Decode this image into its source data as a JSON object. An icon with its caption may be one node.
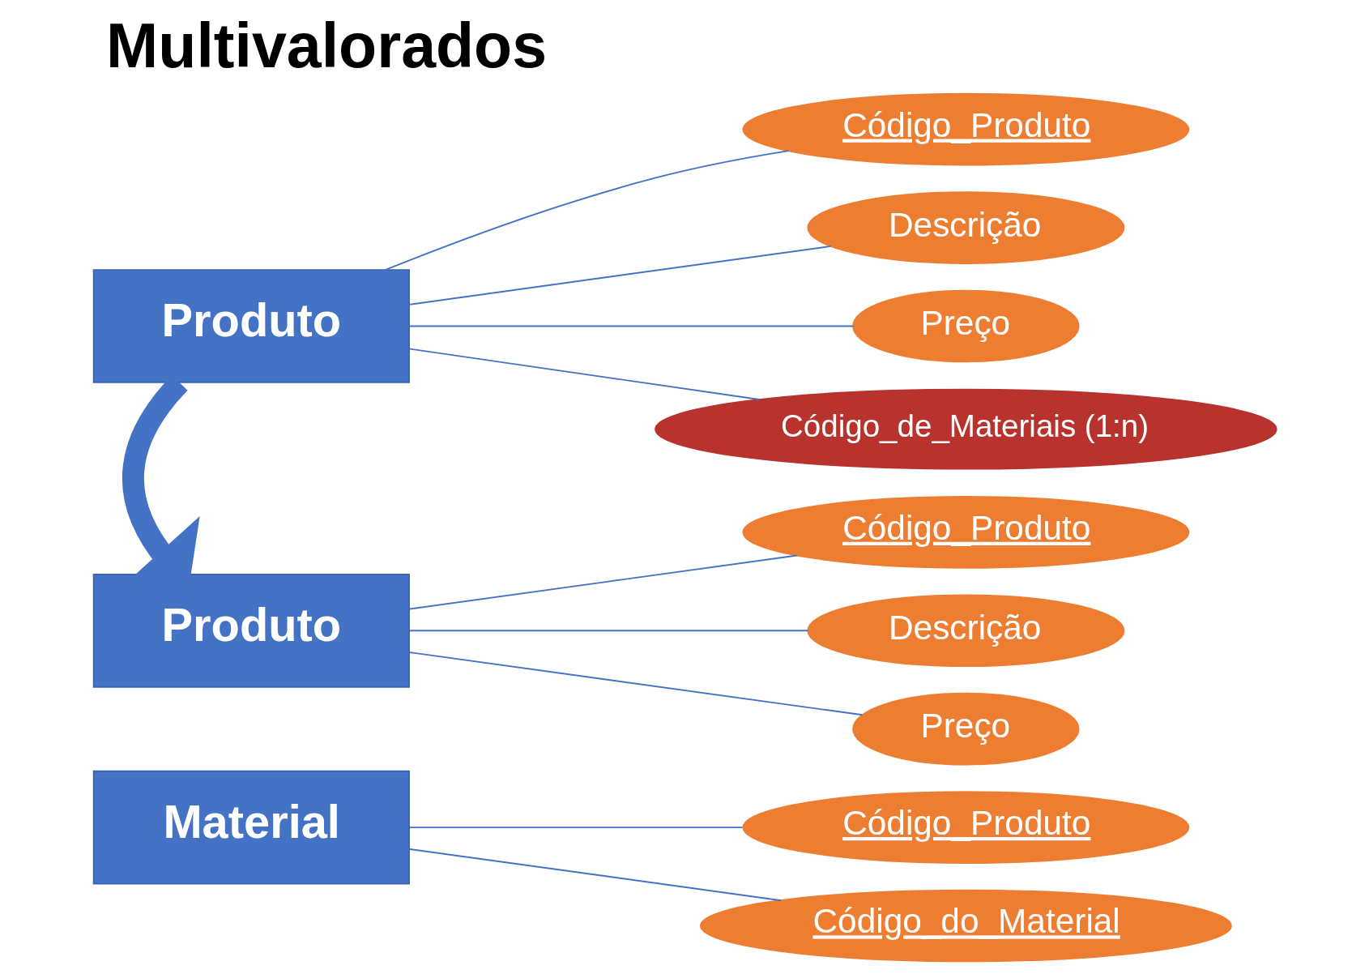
{
  "diagram": {
    "title": "Multivalorados",
    "nodes": [
      {
        "text": [
          "Produto"
        ]
      },
      {
        "text": [
          "Código_Produto"
        ]
      },
      {
        "text": [
          "Descrição"
        ]
      },
      {
        "text": [
          "Preço"
        ]
      },
      {
        "text": [
          "Código_de_Materiais (1:n)"
        ]
      },
      {
        "text": [
          "Produto"
        ]
      },
      {
        "text": [
          "Código_Produto"
        ]
      },
      {
        "text": [
          "Descrição"
        ]
      },
      {
        "text": [
          "Preço"
        ]
      },
      {
        "text": [
          "Material"
        ]
      },
      {
        "text": [
          "Código_Produto"
        ]
      },
      {
        "text": [
          "Código_do_Material"
        ]
      }
    ],
    "edges": [
      {
        "from": 0,
        "to": 1,
        "arrow": "none"
      },
      {
        "from": 0,
        "to": 2,
        "arrow": "none"
      },
      {
        "from": 0,
        "to": 3,
        "arrow": "none"
      },
      {
        "from": 0,
        "to": 4,
        "arrow": "none"
      },
      {
        "from": 0,
        "to": 5,
        "arrow": "to",
        "style": "thick"
      },
      {
        "from": 5,
        "to": 6,
        "arrow": "none"
      },
      {
        "from": 5,
        "to": 7,
        "arrow": "none"
      },
      {
        "from": 5,
        "to": 8,
        "arrow": "none"
      },
      {
        "from": 9,
        "to": 10,
        "arrow": "none"
      },
      {
        "from": 9,
        "to": 11,
        "arrow": "none"
      }
    ]
  }
}
